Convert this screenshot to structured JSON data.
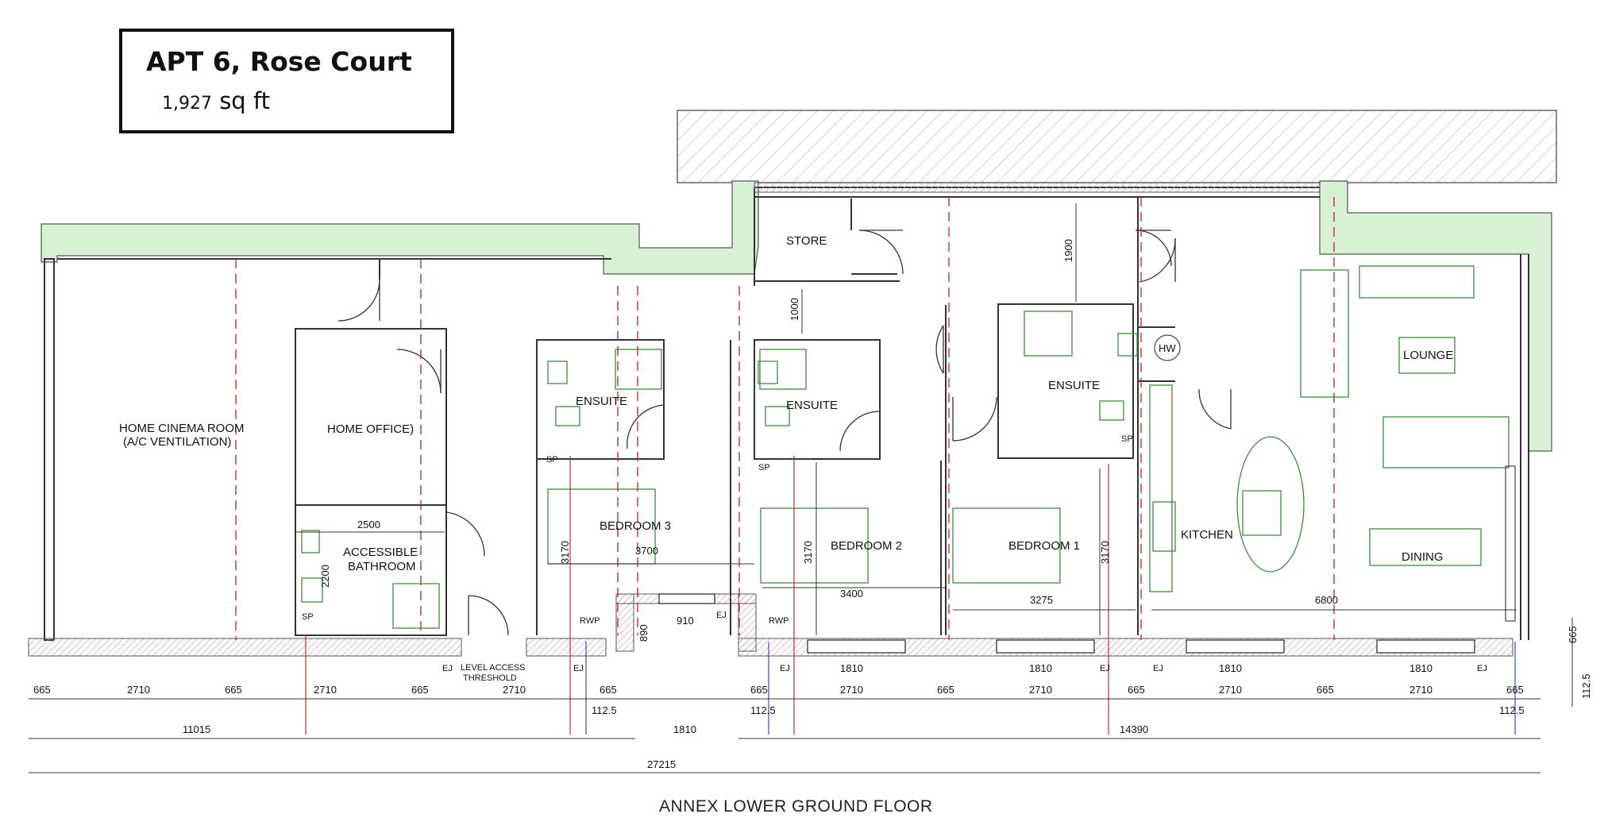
{
  "title": {
    "apt": "APT 6, Rose Court",
    "area_number": "1,927",
    "area_unit": "sq ft"
  },
  "rooms": {
    "home_cinema": "HOME CINEMA ROOM",
    "home_cinema_note": "(A/C VENTILATION)",
    "home_office": "HOME OFFICE)",
    "accessible_bathroom_1": "ACCESSIBLE",
    "accessible_bathroom_2": "BATHROOM",
    "ensuite_3": "ENSUITE",
    "ensuite_2": "ENSUITE",
    "ensuite_1": "ENSUITE",
    "bedroom_3": "BEDROOM 3",
    "bedroom_2": "BEDROOM 2",
    "bedroom_1": "BEDROOM 1",
    "store": "STORE",
    "kitchen": "KITCHEN",
    "lounge": "LOUNGE",
    "dining": "DINING",
    "hw": "HW"
  },
  "labels": {
    "sp": "SP",
    "rwp": "RWP",
    "ej": "EJ",
    "level_access_1": "LEVEL ACCESS",
    "level_access_2": "THRESHOLD"
  },
  "dimensions": {
    "corridor_1000": "1000",
    "d_1900": "1900",
    "bath_width": "2500",
    "bath_depth": "2200",
    "bed3_depth": "3170",
    "bed3_width": "3700",
    "bed2_depth": "3170",
    "bed2_width": "3400",
    "bed1_depth": "3170",
    "bed1_width": "3275",
    "lounge_width": "6800",
    "entry_890": "890",
    "entry_910": "910",
    "right_665": "665",
    "right_1125": "112.5",
    "window_1810": "1810",
    "pier_665": "665",
    "bay_2710": "2710",
    "sub_1125": "112.5",
    "run_11015": "11015",
    "run_1810": "1810",
    "run_14390": "14390",
    "overall": "27215"
  },
  "caption": "ANNEX LOWER GROUND FLOOR"
}
